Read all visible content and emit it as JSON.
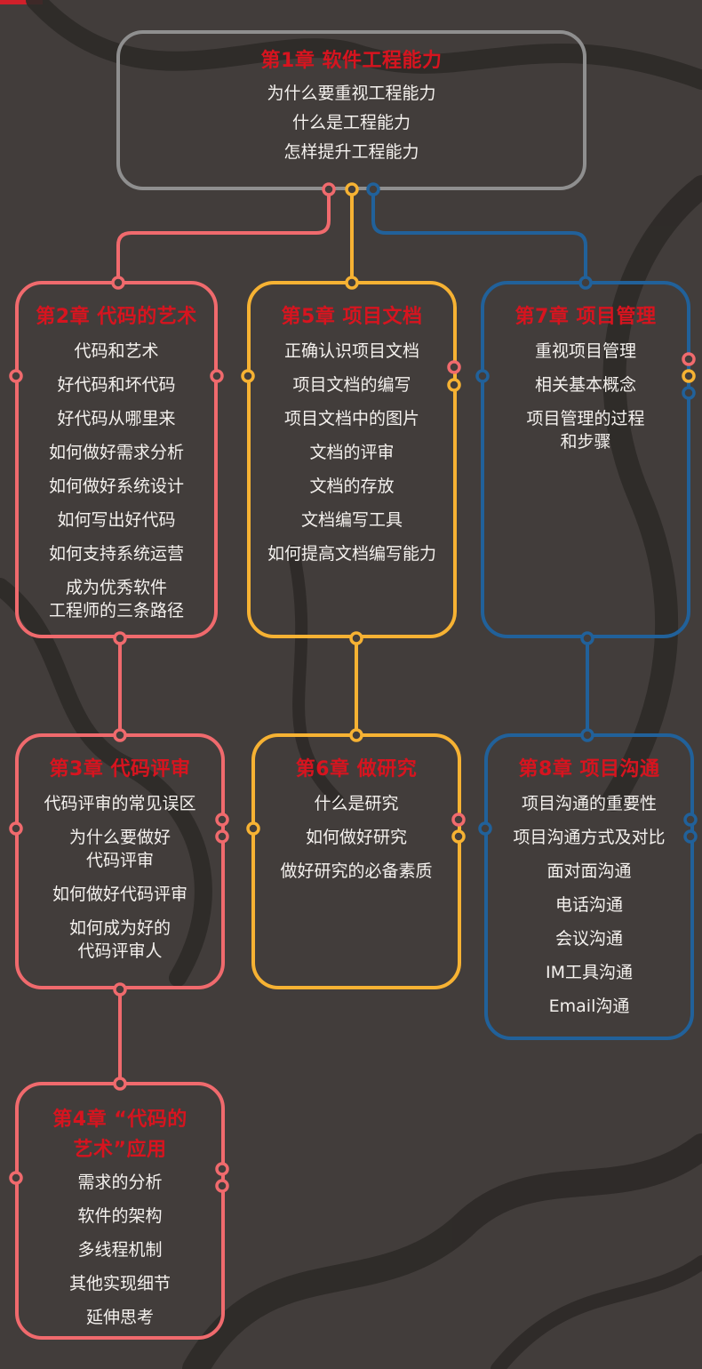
{
  "colors": {
    "background": "#423d3b",
    "chapter1": "#8f8f8f",
    "red": "#f06a6d",
    "yellow": "#f6b233",
    "blue": "#21619a",
    "title": "#d7141f",
    "text": "#f4f1ee"
  },
  "chapters": {
    "ch1": {
      "title": "第1章  软件工程能力",
      "items": [
        "为什么要重视工程能力",
        "什么是工程能力",
        "怎样提升工程能力"
      ]
    },
    "ch2": {
      "title": "第2章  代码的艺术",
      "items": [
        "代码和艺术",
        "好代码和坏代码",
        "好代码从哪里来",
        "如何做好需求分析",
        "如何做好系统设计",
        "如何写出好代码",
        "如何支持系统运营",
        "成为优秀软件\n工程师的三条路径"
      ]
    },
    "ch3": {
      "title": "第3章  代码评审",
      "items": [
        "代码评审的常见误区",
        "为什么要做好\n代码评审",
        "如何做好代码评审",
        "如何成为好的\n代码评审人"
      ]
    },
    "ch4": {
      "title": "第4章  “代码的\n艺术”应用",
      "items": [
        "需求的分析",
        "软件的架构",
        "多线程机制",
        "其他实现细节",
        "延伸思考"
      ]
    },
    "ch5": {
      "title": "第5章  项目文档",
      "items": [
        "正确认识项目文档",
        "项目文档的编写",
        "项目文档中的图片",
        "文档的评审",
        "文档的存放",
        "文档编写工具",
        "如何提高文档编写能力"
      ]
    },
    "ch6": {
      "title": "第6章  做研究",
      "items": [
        "什么是研究",
        "如何做好研究",
        "做好研究的必备素质"
      ]
    },
    "ch7": {
      "title": "第7章  项目管理",
      "items": [
        "重视项目管理",
        "相关基本概念",
        "项目管理的过程\n和步骤"
      ]
    },
    "ch8": {
      "title": "第8章  项目沟通",
      "items": [
        "项目沟通的重要性",
        "项目沟通方式及对比",
        "面对面沟通",
        "电话沟通",
        "会议沟通",
        "IM工具沟通",
        "Email沟通"
      ]
    }
  }
}
